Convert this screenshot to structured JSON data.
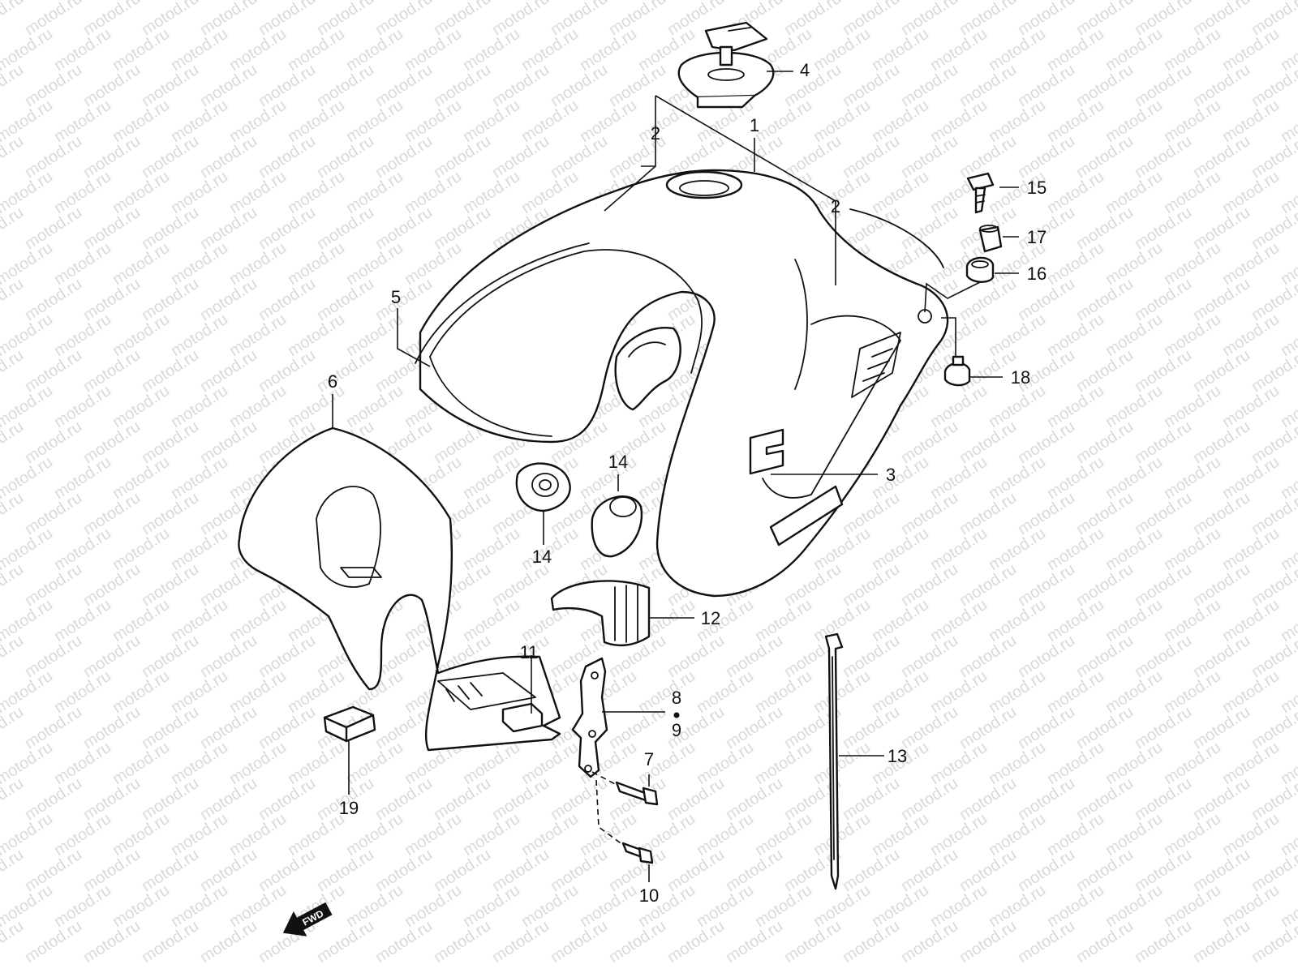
{
  "watermark": {
    "text": "motod.ru"
  },
  "callouts": {
    "c1": "1",
    "c2a": "2",
    "c2b": "2",
    "c3": "3",
    "c4": "4",
    "c5": "5",
    "c6": "6",
    "c7": "7",
    "c8": "8",
    "c9": "9",
    "c10": "10",
    "c11": "11",
    "c12": "12",
    "c13": "13",
    "c14a": "14",
    "c14b": "14",
    "c15": "15",
    "c16": "16",
    "c17": "17",
    "c18": "18",
    "c19": "19"
  },
  "fwd_label": "FWD"
}
